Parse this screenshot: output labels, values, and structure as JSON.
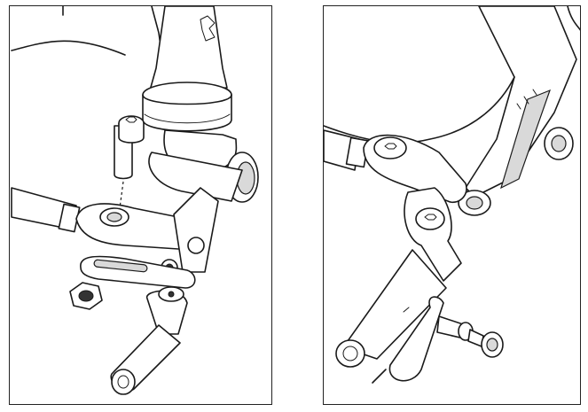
{
  "panels": [
    {
      "id": "left",
      "content": "exploded-view"
    },
    {
      "id": "right",
      "content": "assembled-view"
    }
  ],
  "colors": {
    "line": "#1a1a1a",
    "background": "#ffffff",
    "shade": "#d9d9d9"
  }
}
